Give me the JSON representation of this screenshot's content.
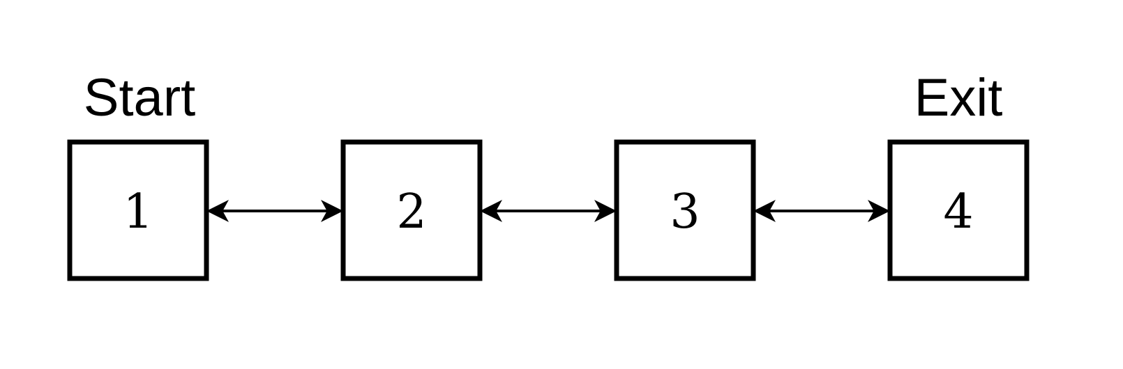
{
  "labels": {
    "start": "Start",
    "exit": "Exit"
  },
  "nodes": [
    {
      "id": "1",
      "label": "1"
    },
    {
      "id": "2",
      "label": "2"
    },
    {
      "id": "3",
      "label": "3"
    },
    {
      "id": "4",
      "label": "4"
    }
  ],
  "edges": [
    {
      "from": "1",
      "to": "2",
      "direction": "bidirectional"
    },
    {
      "from": "2",
      "to": "3",
      "direction": "bidirectional"
    },
    {
      "from": "3",
      "to": "4",
      "direction": "bidirectional"
    }
  ],
  "colors": {
    "stroke": "#000000",
    "background": "#ffffff"
  }
}
